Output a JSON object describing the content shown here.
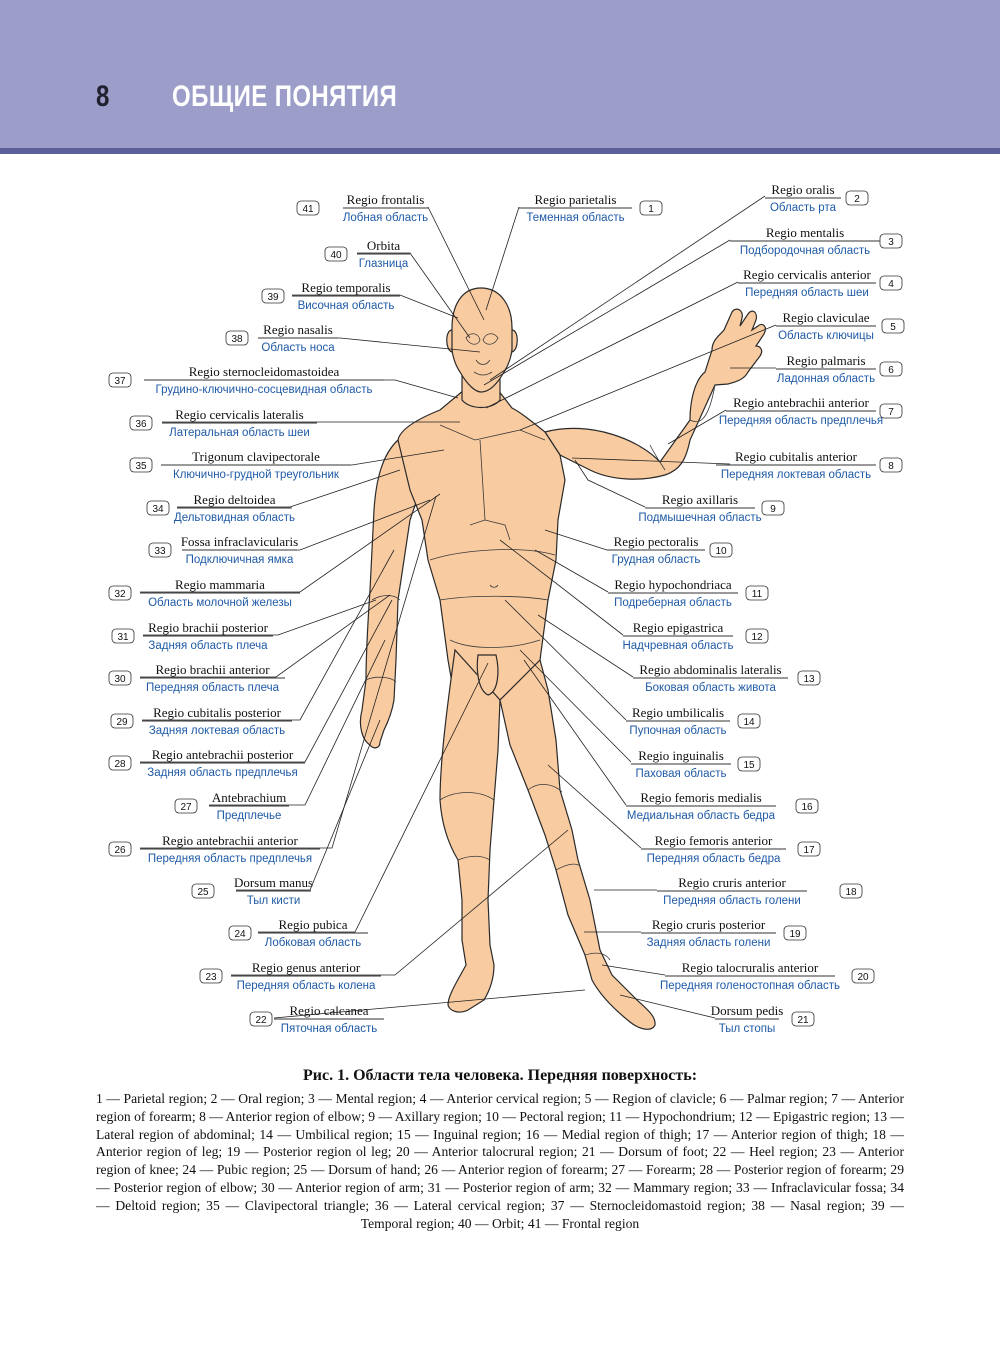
{
  "header": {
    "page_number": "8",
    "chapter_title": "ОБЩИЕ ПОНЯТИЯ"
  },
  "labels": [
    {
      "num": "1",
      "lat": "Regio parietalis",
      "rus": "Теменная область"
    },
    {
      "num": "2",
      "lat": "Regio oralis",
      "rus": "Область рта"
    },
    {
      "num": "3",
      "lat": "Regio mentalis",
      "rus": "Подбородочная область"
    },
    {
      "num": "4",
      "lat": "Regio cervicalis anterior",
      "rus": "Передняя область шеи"
    },
    {
      "num": "5",
      "lat": "Regio claviculae",
      "rus": "Область ключицы"
    },
    {
      "num": "6",
      "lat": "Regio palmaris",
      "rus": "Ладонная область"
    },
    {
      "num": "7",
      "lat": "Regio antebrachii anterior",
      "rus": "Передняя область предплечья"
    },
    {
      "num": "8",
      "lat": "Regio cubitalis anterior",
      "rus": "Передняя локтевая область"
    },
    {
      "num": "9",
      "lat": "Regio axillaris",
      "rus": "Подмышечная область"
    },
    {
      "num": "10",
      "lat": "Regio pectoralis",
      "rus": "Грудная область"
    },
    {
      "num": "11",
      "lat": "Regio hypochondriaca",
      "rus": "Подреберная область"
    },
    {
      "num": "12",
      "lat": "Regio epigastrica",
      "rus": "Надчревная область"
    },
    {
      "num": "13",
      "lat": "Regio abdominalis lateralis",
      "rus": "Боковая область живота"
    },
    {
      "num": "14",
      "lat": "Regio umbilicalis",
      "rus": "Пупочная область"
    },
    {
      "num": "15",
      "lat": "Regio inguinalis",
      "rus": "Паховая область"
    },
    {
      "num": "16",
      "lat": "Regio femoris medialis",
      "rus": "Медиальная область бедра"
    },
    {
      "num": "17",
      "lat": "Regio femoris anterior",
      "rus": "Передняя область бедра"
    },
    {
      "num": "18",
      "lat": "Regio cruris anterior",
      "rus": "Передняя область голени"
    },
    {
      "num": "19",
      "lat": "Regio cruris posterior",
      "rus": "Задняя область голени"
    },
    {
      "num": "20",
      "lat": "Regio talocruralis anterior",
      "rus": "Передняя голеностопная область"
    },
    {
      "num": "21",
      "lat": "Dorsum pedis",
      "rus": "Тыл стопы"
    },
    {
      "num": "22",
      "lat": "Regio calcanea",
      "rus": "Пяточная область"
    },
    {
      "num": "23",
      "lat": "Regio genus anterior",
      "rus": "Передняя область колена"
    },
    {
      "num": "24",
      "lat": "Regio pubica",
      "rus": "Лобковая область"
    },
    {
      "num": "25",
      "lat": "Dorsum manus",
      "rus": "Тыл кисти"
    },
    {
      "num": "26",
      "lat": "Regio antebrachii anterior",
      "rus": "Передняя область предплечья"
    },
    {
      "num": "27",
      "lat": "Antebrachium",
      "rus": "Предплечье"
    },
    {
      "num": "28",
      "lat": "Regio antebrachii posterior",
      "rus": "Задняя область предплечья"
    },
    {
      "num": "29",
      "lat": "Regio cubitalis posterior",
      "rus": "Задняя локтевая область"
    },
    {
      "num": "30",
      "lat": "Regio brachii anterior",
      "rus": "Передняя область плеча"
    },
    {
      "num": "31",
      "lat": "Regio brachii posterior",
      "rus": "Задняя область плеча"
    },
    {
      "num": "32",
      "lat": "Regio mammaria",
      "rus": "Область молочной железы"
    },
    {
      "num": "33",
      "lat": "Fossa infraclavicularis",
      "rus": "Подключичная ямка"
    },
    {
      "num": "34",
      "lat": "Regio deltoidea",
      "rus": "Дельтовидная область"
    },
    {
      "num": "35",
      "lat": "Trigonum clavipectorale",
      "rus": "Ключично-грудной треугольник"
    },
    {
      "num": "36",
      "lat": "Regio cervicalis lateralis",
      "rus": "Латеральная область шеи"
    },
    {
      "num": "37",
      "lat": "Regio sternocleidomastoidea",
      "rus": "Грудино-ключично-сосцевидная область"
    },
    {
      "num": "38",
      "lat": "Regio nasalis",
      "rus": "Область носа"
    },
    {
      "num": "39",
      "lat": "Regio temporalis",
      "rus": "Височная область"
    },
    {
      "num": "40",
      "lat": "Orbita",
      "rus": "Глазница"
    },
    {
      "num": "41",
      "lat": "Regio frontalis",
      "rus": "Лобная область"
    }
  ],
  "caption": {
    "title": "Рис. 1. Области тела человека. Передняя поверхность:",
    "text": "1 — Parietal region; 2 — Oral region; 3 — Mental region; 4 — Anterior cervical region; 5 — Region of clavicle; 6 — Palmar region; 7 — Anterior region of forearm; 8 — Anterior region of elbow; 9 — Axillary region; 10 — Pectoral region; 11 — Hypochondrium; 12 — Epigastric region; 13 — Lateral region of abdominal; 14 — Umbilical region; 15 — Inguinal region; 16 — Medial region of thigh; 17 — Anterior region of thigh; 18 — Anterior region of leg; 19 — Posterior region ol leg; 20 — Anterior talocrural region; 21 — Dorsum of foot; 22 — Heel region; 23 — Anterior region of knee; 24 — Pubic region; 25 — Dorsum of hand; 26 — Anterior region of forearm; 27 — Forearm; 28 — Posterior region of forearm; 29 — Posterior region of elbow; 30 — Anterior region of arm; 31 — Posterior region of arm; 32 — Mammary region; 33 — Infraclavicular fossa; 34 — Deltoid region; 35 — Clavipectoral triangle; 36 — Lateral cervical region; 37 — Sternocleidomastoid region; 38 — Nasal region; 39 — Temporal region; 40 — Orbit; 41 — Frontal region"
  }
}
